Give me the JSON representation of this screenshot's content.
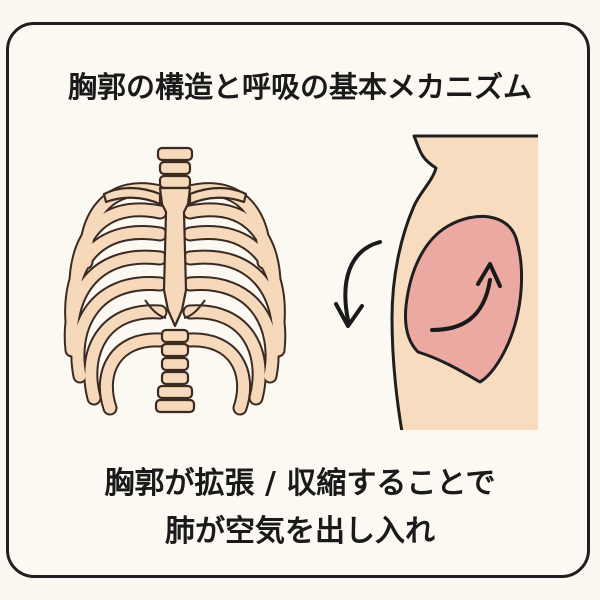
{
  "title": "胸郭の構造と呼吸の基本メカニズム",
  "caption": {
    "line1": "胸郭が拡張 / 収縮することで",
    "line2": "肺が空気を出し入れ"
  },
  "colors": {
    "bone_fill": "#f6d8ba",
    "bone_stroke": "#3a2a22",
    "skin": "#f8dcc0",
    "lung": "#eba9a1",
    "outline": "#1f1f1f",
    "background": "#fbf8f2"
  },
  "icons": {
    "counter_arrow": "curved-arrow-down-icon",
    "lung_arrow": "curved-arrow-up-icon"
  }
}
